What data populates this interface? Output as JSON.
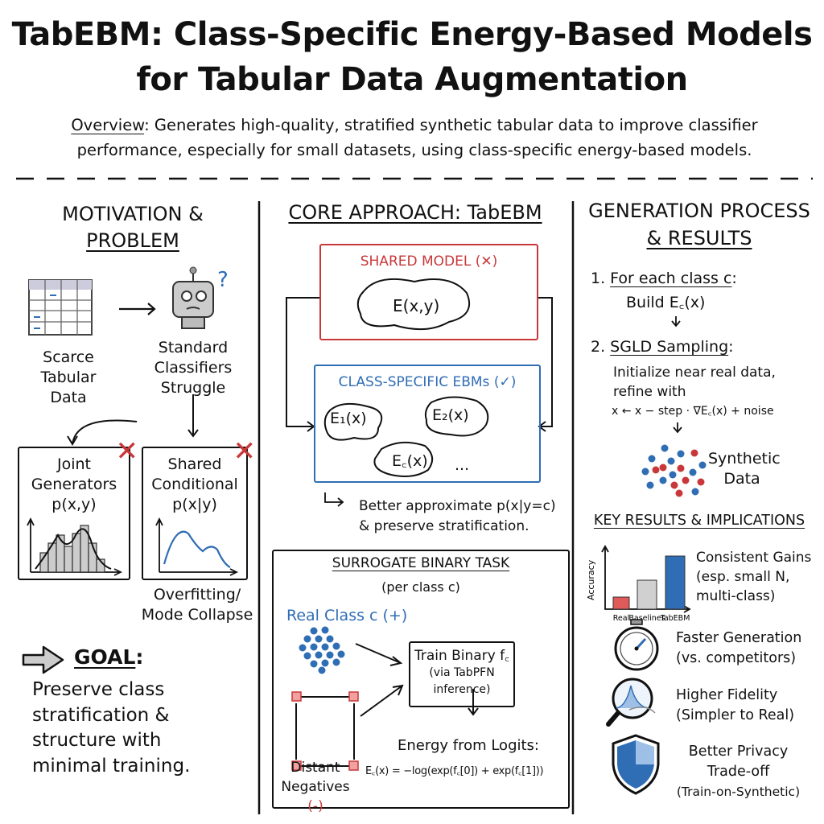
{
  "title": {
    "line1": "TabEBM: Class-Specific Energy-Based Models",
    "line2": "for Tabular Data Augmentation"
  },
  "overview": {
    "label": "Overview",
    "line1": ": Generates high-quality, stratified synthetic tabular data to improve classifier",
    "line2": "performance, especially for small datasets, using class-specific energy-based models."
  },
  "motivation": {
    "heading1": "MOTIVATION &",
    "heading2": "PROBLEM",
    "scarce": [
      "Scarce",
      "Tabular Data"
    ],
    "classifiers": [
      "Standard",
      "Classifiers",
      "Struggle"
    ],
    "joint": [
      "Joint",
      "Generators",
      "p(x,y)"
    ],
    "conditional": [
      "Shared",
      "Conditional",
      "p(x|y)"
    ],
    "failure": [
      "Overfitting/",
      "Mode Collapse"
    ],
    "goal_label": "GOAL",
    "goal_colon": ":",
    "goal_text": [
      "Preserve class",
      "stratification &",
      "structure with",
      "minimal training."
    ]
  },
  "core": {
    "heading": "CORE APPROACH: TabEBM",
    "shared_model": "SHARED MODEL (✕)",
    "shared_energy": "E(x,y)",
    "class_specific": "CLASS-SPECIFIC EBMs (✓)",
    "e1": "E₁(x)",
    "e2": "E₂(x)",
    "ec": "E꜀(x)",
    "ellipsis": "...",
    "benefit": [
      "Better approximate p(x|y=c)",
      "& preserve stratification."
    ],
    "surrogate": {
      "heading": "SURROGATE BINARY TASK",
      "sub": "(per class c)",
      "real": "Real Class c (+)",
      "train": [
        "Train Binary f꜀",
        "(via TabPFN",
        "inference)"
      ],
      "negatives": [
        "Distant",
        "Negatives "
      ],
      "neg_sign": "(-)",
      "energy_label": "Energy from Logits:",
      "energy_formula": "E꜀(x) = −log(exp(f꜀[0]) + exp(f꜀[1]))"
    }
  },
  "generation": {
    "heading1": "GENERATION PROCESS",
    "heading2": "& RESULTS",
    "step1_num": "1. ",
    "step1": "For each class c",
    "step1_colon": ":",
    "step1_detail": "Build E꜀(x)",
    "step2_num": "2. ",
    "step2": "SGLD Sampling",
    "step2_colon": ":",
    "step2_detail": [
      "Initialize near real data,",
      "refine with"
    ],
    "update_rule": "x ← x − step · ∇E꜀(x) + noise",
    "synthetic": [
      "Synthetic",
      "Data"
    ],
    "results_heading": "KEY RESULTS & IMPLICATIONS",
    "chart_data": {
      "type": "bar",
      "ylabel": "Accuracy",
      "categories": [
        "Real",
        "Baselines",
        "TabEBM"
      ],
      "values": [
        1,
        2.4,
        4.4
      ],
      "colors": [
        "#e05a5a",
        "#d0d0d0",
        "#2f6db5"
      ]
    },
    "gains": [
      "Consistent Gains",
      "(esp. small N,",
      "multi-class)"
    ],
    "faster": [
      "Faster Generation",
      "(vs. competitors)"
    ],
    "fidelity": [
      "Higher Fidelity",
      "(Simpler to Real)"
    ],
    "privacy": [
      "Better Privacy",
      "Trade-off",
      "(Train-on-Synthetic)"
    ]
  }
}
